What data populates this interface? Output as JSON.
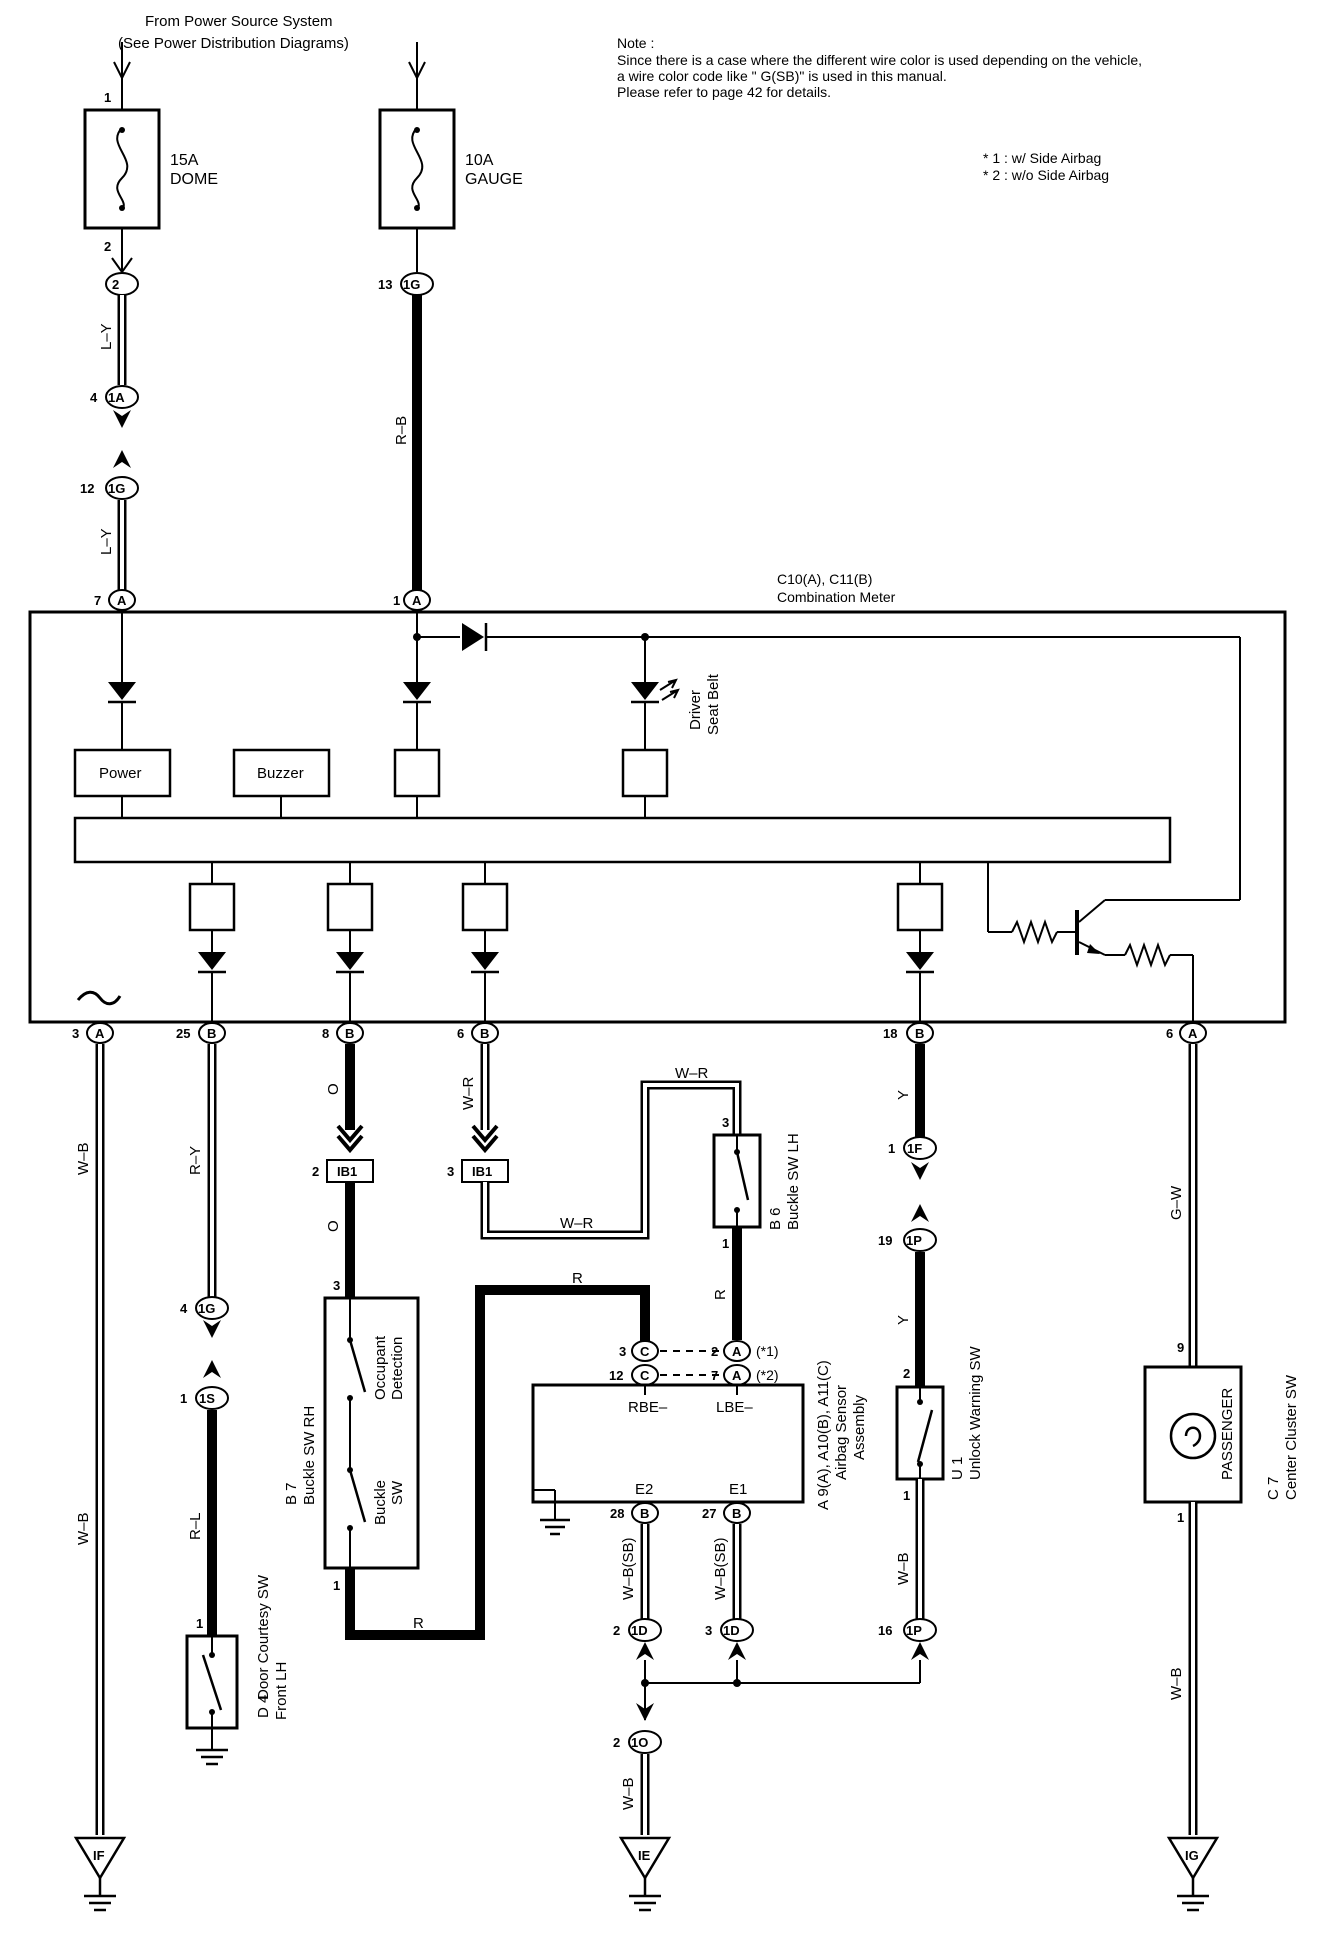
{
  "header": {
    "source_line1": "From Power Source System",
    "source_line2": "(See Power Distribution Diagrams)",
    "note_title": "Note :",
    "note_lines": [
      "Since there is a case where the different wire color is used depending on the vehicle,",
      "a wire color code like \" G(SB)\"  is used in this manual.",
      "Please refer to page 42 for details."
    ],
    "footnotes": [
      "* 1 : w/ Side Airbag",
      "* 2 : w/o Side Airbag"
    ]
  },
  "fuses": [
    {
      "pin_in": "1",
      "pin_out": "2",
      "rating": "15A",
      "name": "DOME"
    },
    {
      "pin_in": "",
      "pin_out": "",
      "rating": "10A",
      "name": "GAUGE"
    }
  ],
  "meter": {
    "title_line1": "C10(A), C11(B)",
    "title_line2": "Combination Meter",
    "blocks": [
      "Power",
      "Buzzer"
    ],
    "lamp_label_line1": "Driver",
    "lamp_label_line2": "Seat Belt"
  },
  "wire_colors": {
    "ly": "L–Y",
    "rb": "R–B",
    "wb": "W–B",
    "ry": "R–Y",
    "rl": "R–L",
    "o": "O",
    "wr": "W–R",
    "r": "R",
    "y": "Y",
    "gw": "G–W",
    "wbsb": "W–B(SB)"
  },
  "connectors": {
    "c2": "2",
    "c1A": "1A",
    "c1G": "1G",
    "cA": "A",
    "cB": "B",
    "cIB1": "IB1",
    "c1F": "1F",
    "c1P": "1P",
    "c1S": "1S",
    "cC": "C",
    "c1D": "1D",
    "c1O": "1O"
  },
  "pins": {
    "p2": "2",
    "p4": "4",
    "p12": "12",
    "p13": "13",
    "p7": "7",
    "p1": "1",
    "p3": "3",
    "p25": "25",
    "p8": "8",
    "p6": "6",
    "p18": "18",
    "p19": "19",
    "p16": "16",
    "p9": "9",
    "p28": "28",
    "p27": "27",
    "p1b": "1",
    "p3b": "3"
  },
  "components": {
    "buckle_rh": {
      "id": "B 7",
      "name": "Buckle SW RH",
      "occ1": "Occupant",
      "occ2": "Detection",
      "buckle1": "Buckle",
      "buckle2": "SW"
    },
    "buckle_lh": {
      "id": "B 6",
      "name": "Buckle SW LH"
    },
    "airbag": {
      "id": "A 9(A), A10(B), A11(C)",
      "name1": "Airbag Sensor",
      "name2": "Assembly",
      "rbe": "RBE–",
      "lbe": "LBE–",
      "e2": "E2",
      "e1": "E1",
      "sw1": "(*1)",
      "sw2": "(*2)"
    },
    "unlock": {
      "id": "U 1",
      "name": "Unlock Warning SW"
    },
    "door": {
      "id": "D 4",
      "name1": "Door Courtesy SW",
      "name2": "Front LH"
    },
    "cluster": {
      "id": "C 7",
      "name": "Center Cluster SW",
      "label": "PASSENGER"
    }
  },
  "grounds": [
    "IF",
    "IE",
    "IG"
  ]
}
